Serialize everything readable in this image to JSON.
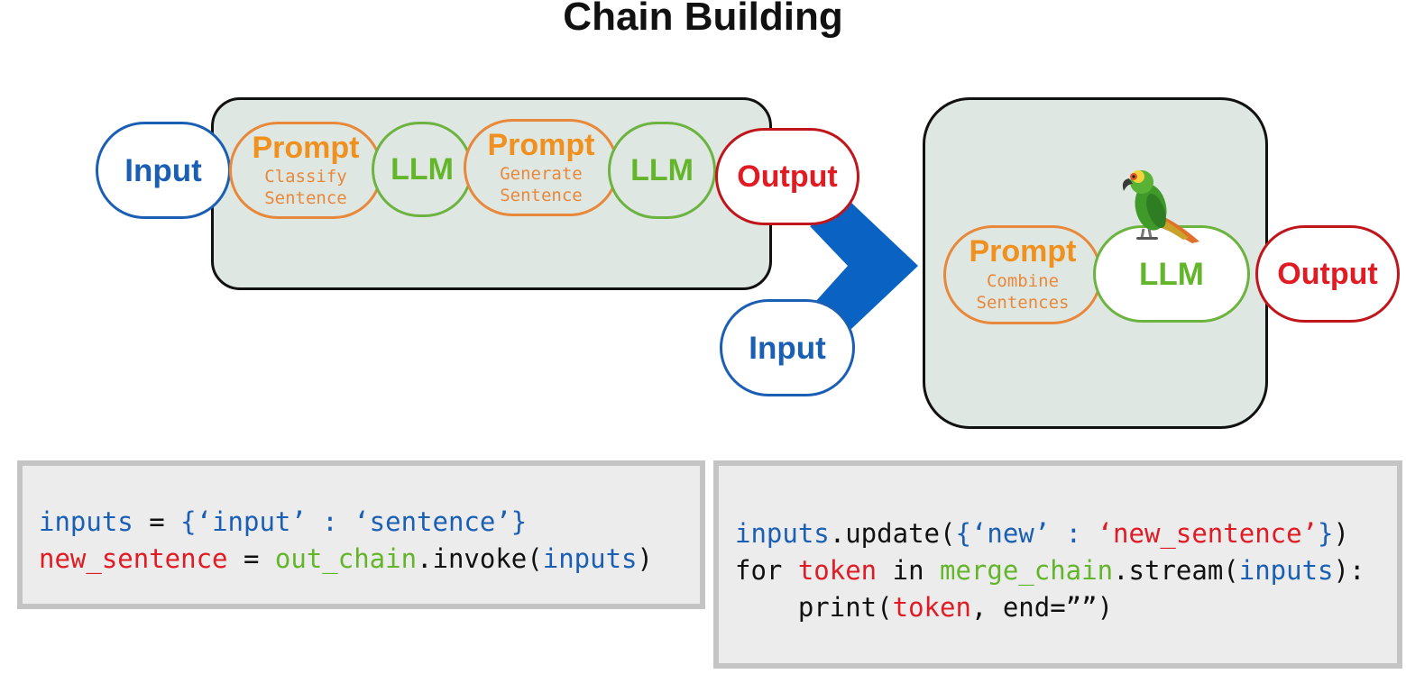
{
  "title": "Chain Building",
  "colors": {
    "input": "#1a5fb4",
    "prompt": "#f0901e",
    "llm": "#63b52a",
    "output": "#e01b24",
    "panel": "#dfe7e3",
    "arrow": "#0a63c2"
  },
  "chain_left": {
    "input_label": "Input",
    "prompt1": {
      "label": "Prompt",
      "sub": [
        "Classify",
        "Sentence"
      ]
    },
    "llm1_label": "LLM",
    "prompt2": {
      "label": "Prompt",
      "sub": [
        "Generate",
        "Sentence"
      ]
    },
    "llm2_label": "LLM",
    "output_label": "Output"
  },
  "chain_right": {
    "input_label": "Input",
    "prompt": {
      "label": "Prompt",
      "sub": [
        "Combine",
        "Sentences"
      ]
    },
    "llm_label": "LLM",
    "output_label": "Output",
    "mascot_icon": "parrot-icon"
  },
  "code_left": {
    "line1": {
      "var": "inputs",
      "eq": " = ",
      "dict": "{‘input’ : ‘sentence’}"
    },
    "line2": {
      "var": "new_sentence",
      "eq": " = ",
      "obj": "out_chain",
      "method": ".invoke(",
      "arg": "inputs",
      "close": ")"
    }
  },
  "code_right": {
    "line1": {
      "var": "inputs",
      "method": ".update(",
      "dict_open": "{‘new’ : ",
      "str": "‘new_sentence’",
      "dict_close": "}",
      "close": ")"
    },
    "line2": {
      "kw_for": "for ",
      "token": "token",
      "kw_in": " in ",
      "obj": "merge_chain",
      "method": ".stream(",
      "arg": "inputs",
      "close": "):"
    },
    "line3": {
      "indent": "    ",
      "fn": "print(",
      "token": "token",
      "rest": ", end=””)"
    }
  }
}
